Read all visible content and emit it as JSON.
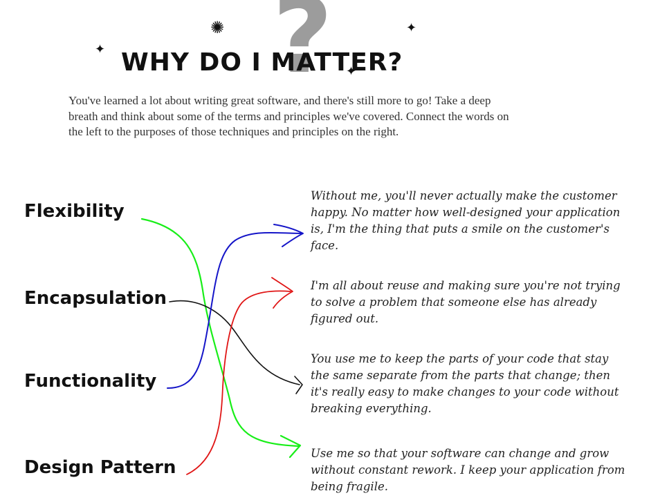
{
  "header": {
    "title": "WHY DO I MATTER?"
  },
  "intro": {
    "text": "You've learned a lot about writing great software, and there's still more to go! Take a deep breath and think about some of the terms and principles we've covered. Connect the words on the left to the purposes of those techniques and principles on the right."
  },
  "terms": [
    {
      "label": "Flexibility"
    },
    {
      "label": "Encapsulation"
    },
    {
      "label": "Functionality"
    },
    {
      "label": "Design Pattern"
    }
  ],
  "purposes": [
    {
      "text": "Without me, you'll never actually make the customer happy. No matter how well-designed your application is, I'm the thing that puts a smile on the customer's face."
    },
    {
      "text": "I'm all about reuse and making sure you're not trying to solve a problem that someone else has already figured out."
    },
    {
      "text": "You use me to keep the parts of your code that stay the same separate from the parts that change; then it's really easy to make changes to your code without breaking everything."
    },
    {
      "text": "Use me so that your software can change and grow without constant rework. I keep your application from being fragile."
    }
  ],
  "connections": [
    {
      "color": "#18ee18"
    },
    {
      "color": "#111111"
    },
    {
      "color": "#1515c8"
    },
    {
      "color": "#e01515"
    }
  ]
}
